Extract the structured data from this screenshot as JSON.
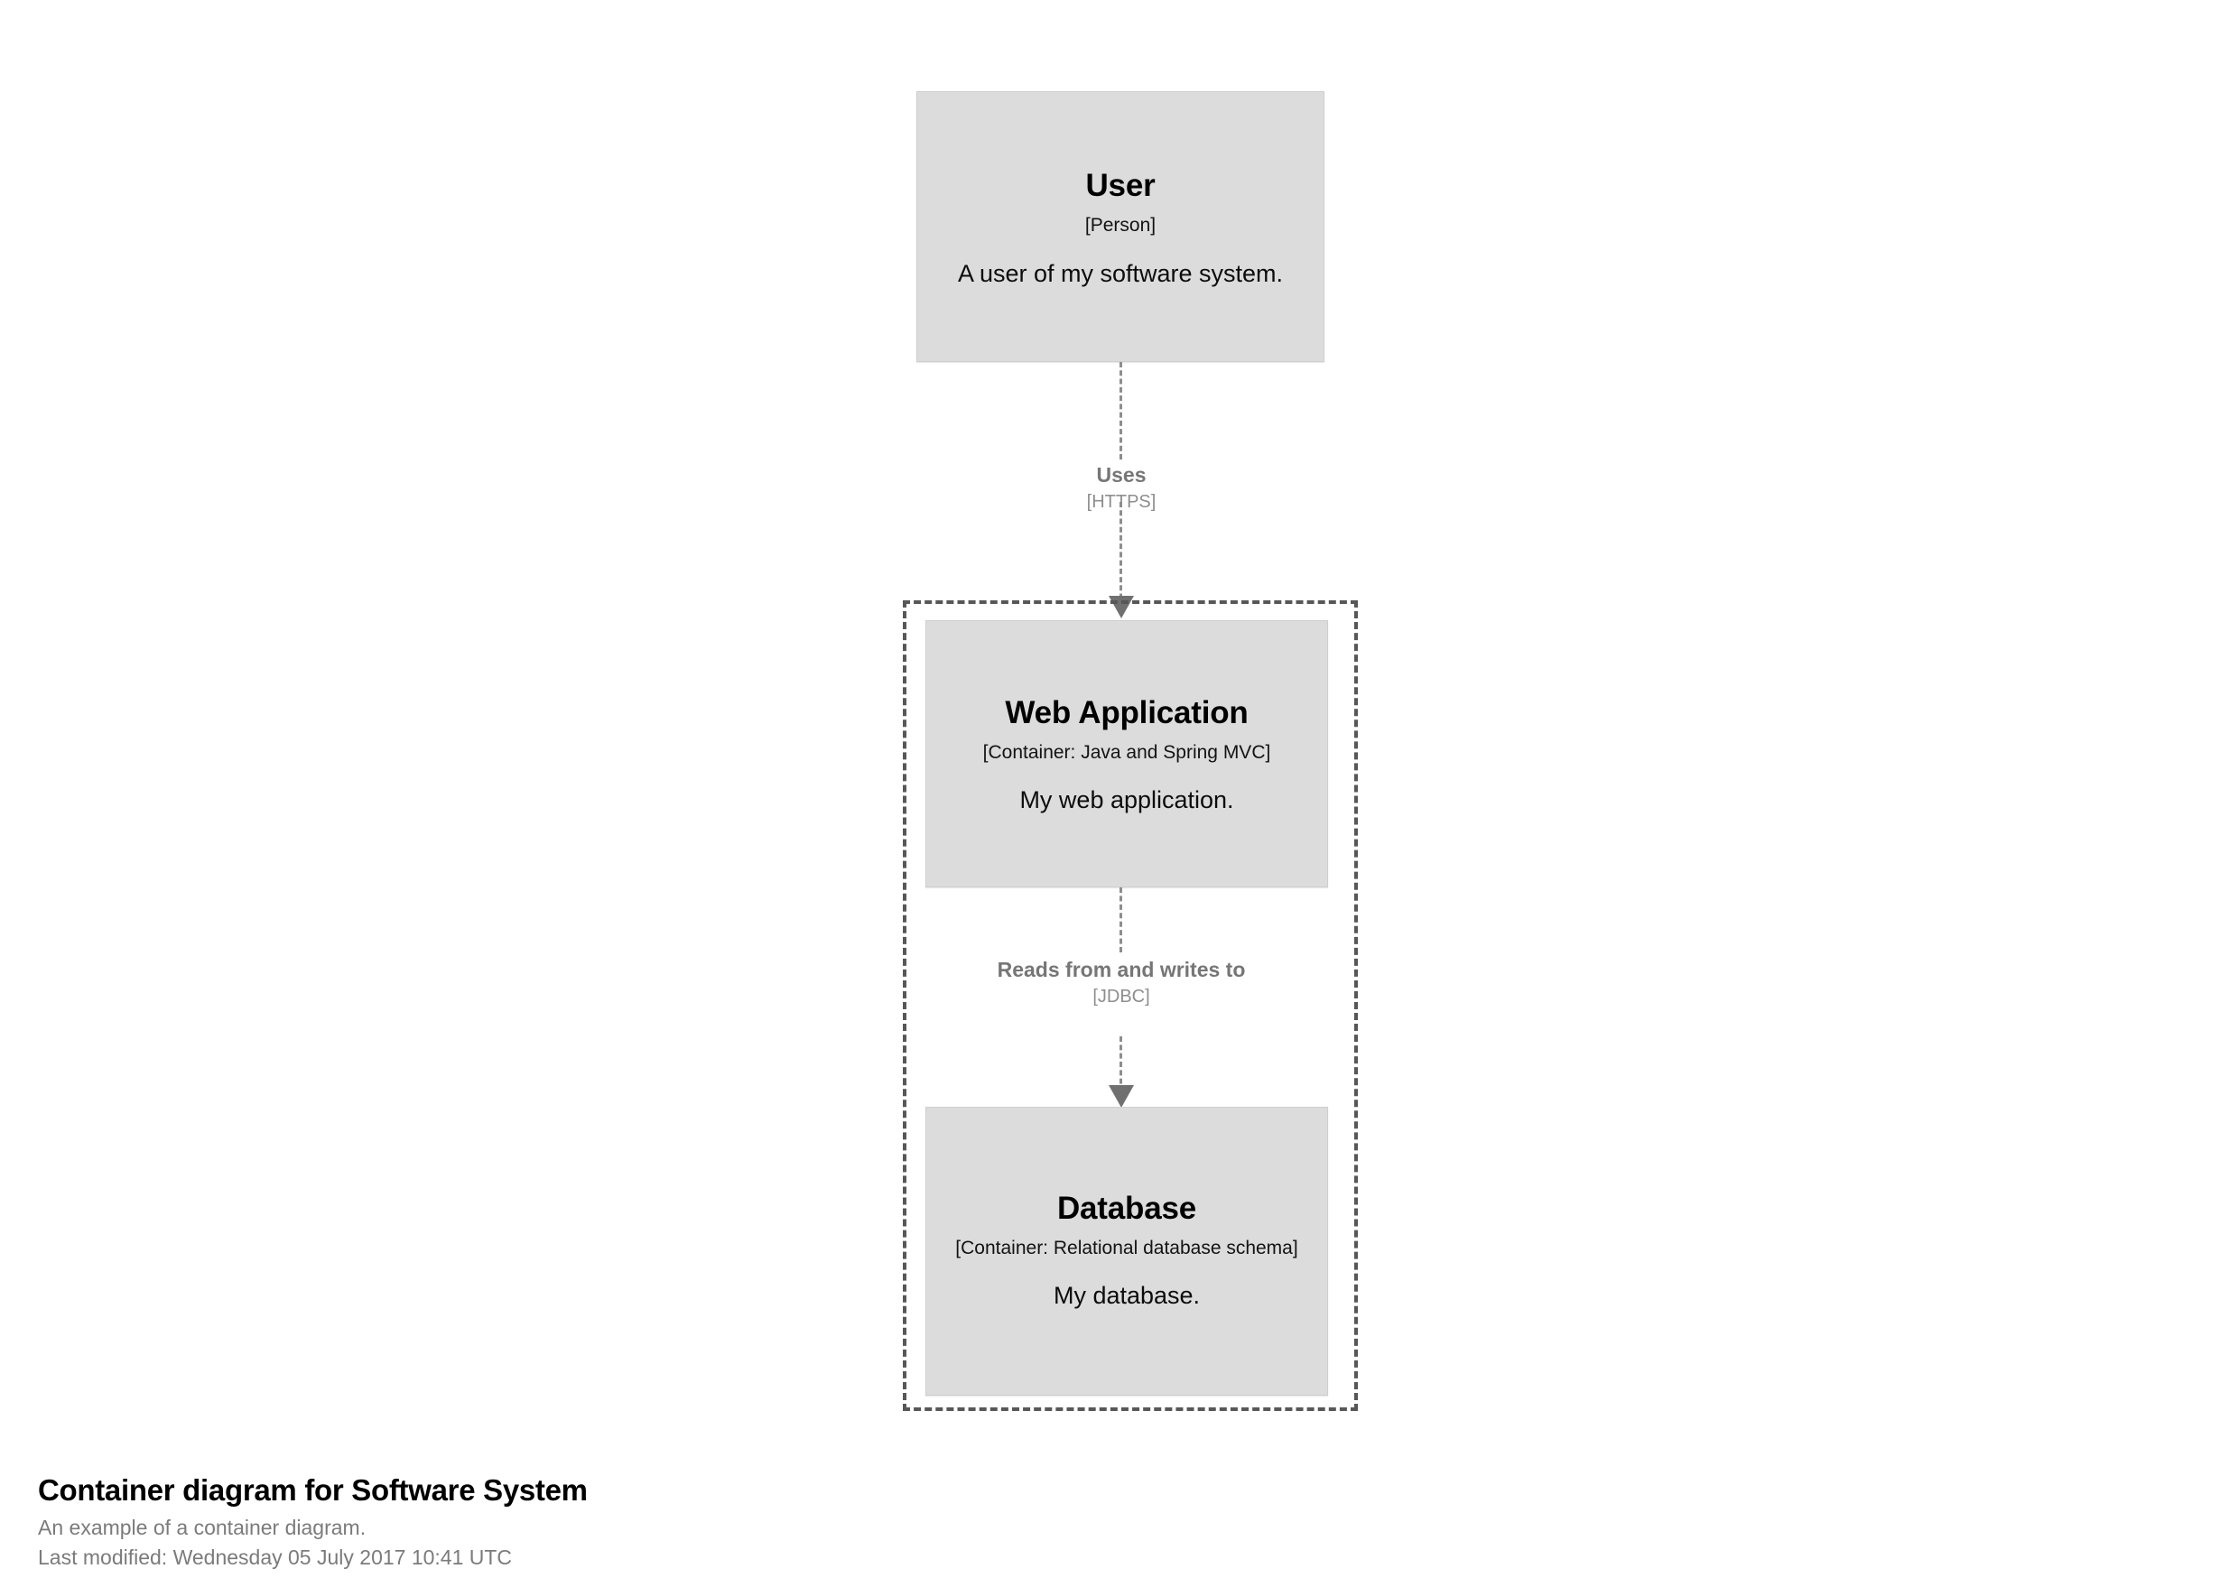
{
  "diagram": {
    "type": "c4-container-diagram",
    "background_color": "#ffffff",
    "element_fill_color": "#dcdcdc",
    "element_border_color": "#cfcfcf",
    "boundary_border_color": "#575757",
    "relationship_color": "#8d8d8d",
    "arrowhead_color": "#707070"
  },
  "elements": {
    "user": {
      "name": "User",
      "technology": "[Person]",
      "description": "A user of my software system."
    },
    "web_application": {
      "name": "Web Application",
      "technology": "[Container: Java and Spring MVC]",
      "description": "My web application."
    },
    "database": {
      "name": "Database",
      "technology": "[Container: Relational database schema]",
      "description": "My database."
    }
  },
  "relationships": {
    "user_to_webapp": {
      "description": "Uses",
      "technology": "[HTTPS]"
    },
    "webapp_to_database": {
      "description": "Reads from and writes to",
      "technology": "[JDBC]"
    }
  },
  "caption": {
    "title": "Container diagram for Software System",
    "description": "An example of a container diagram.",
    "last_modified": "Last modified: Wednesday 05 July 2017 10:41 UTC"
  }
}
